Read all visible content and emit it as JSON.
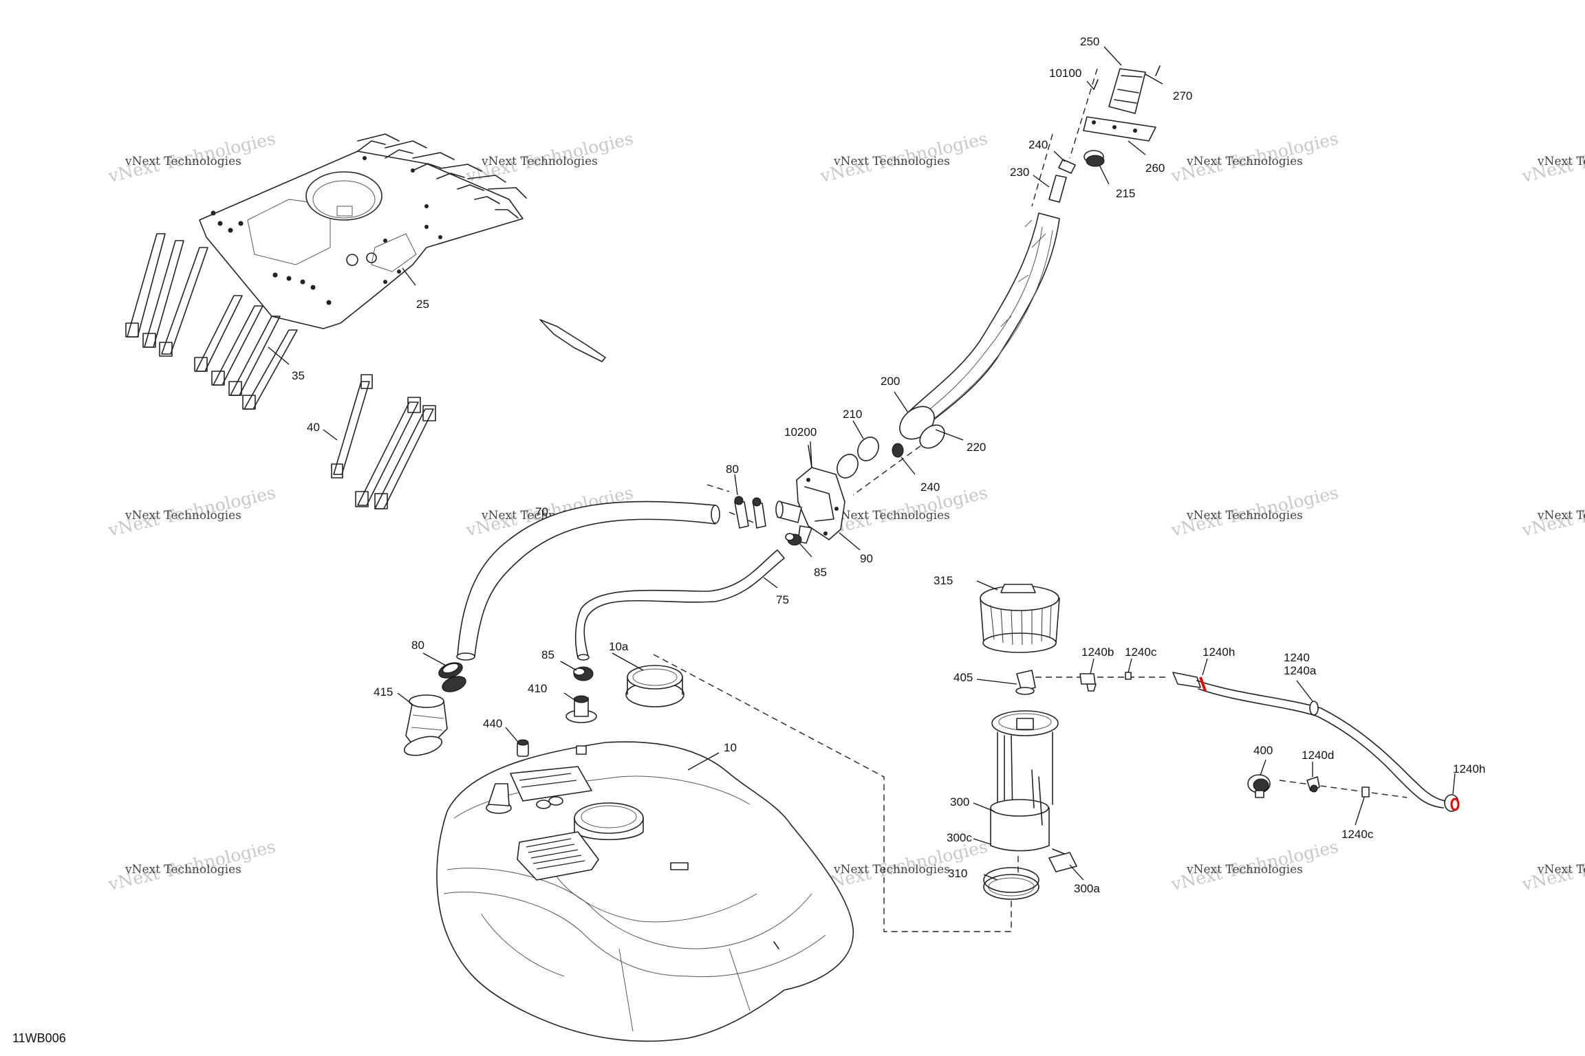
{
  "diagram": {
    "code": "11WB006",
    "watermark": {
      "line1": "vNext Technologies",
      "line2": "vNext Technologies"
    },
    "callouts": {
      "c250": "250",
      "c270": "270",
      "c10100": "10100",
      "c260": "260",
      "c240_top": "240",
      "c230": "230",
      "c215": "215",
      "c25": "25",
      "c35": "35",
      "c40": "40",
      "c200": "200",
      "c220": "220",
      "c210": "210",
      "c10200": "10200",
      "c240_mid": "240",
      "c80_top": "80",
      "c70": "70",
      "c90": "90",
      "c85_top": "85",
      "c75": "75",
      "c315": "315",
      "c80_low": "80",
      "c85_low": "85",
      "c10a": "10a",
      "c410": "410",
      "c415": "415",
      "c440": "440",
      "c10": "10",
      "c405": "405",
      "c1240b": "1240b",
      "c1240c_top": "1240c",
      "c1240h_top": "1240h",
      "c1240": "1240",
      "c1240a": "1240a",
      "c400": "400",
      "c1240d": "1240d",
      "c1240h_low": "1240h",
      "c1240c_low": "1240c",
      "c300": "300",
      "c300c": "300c",
      "c310": "310",
      "c300a": "300a"
    }
  }
}
